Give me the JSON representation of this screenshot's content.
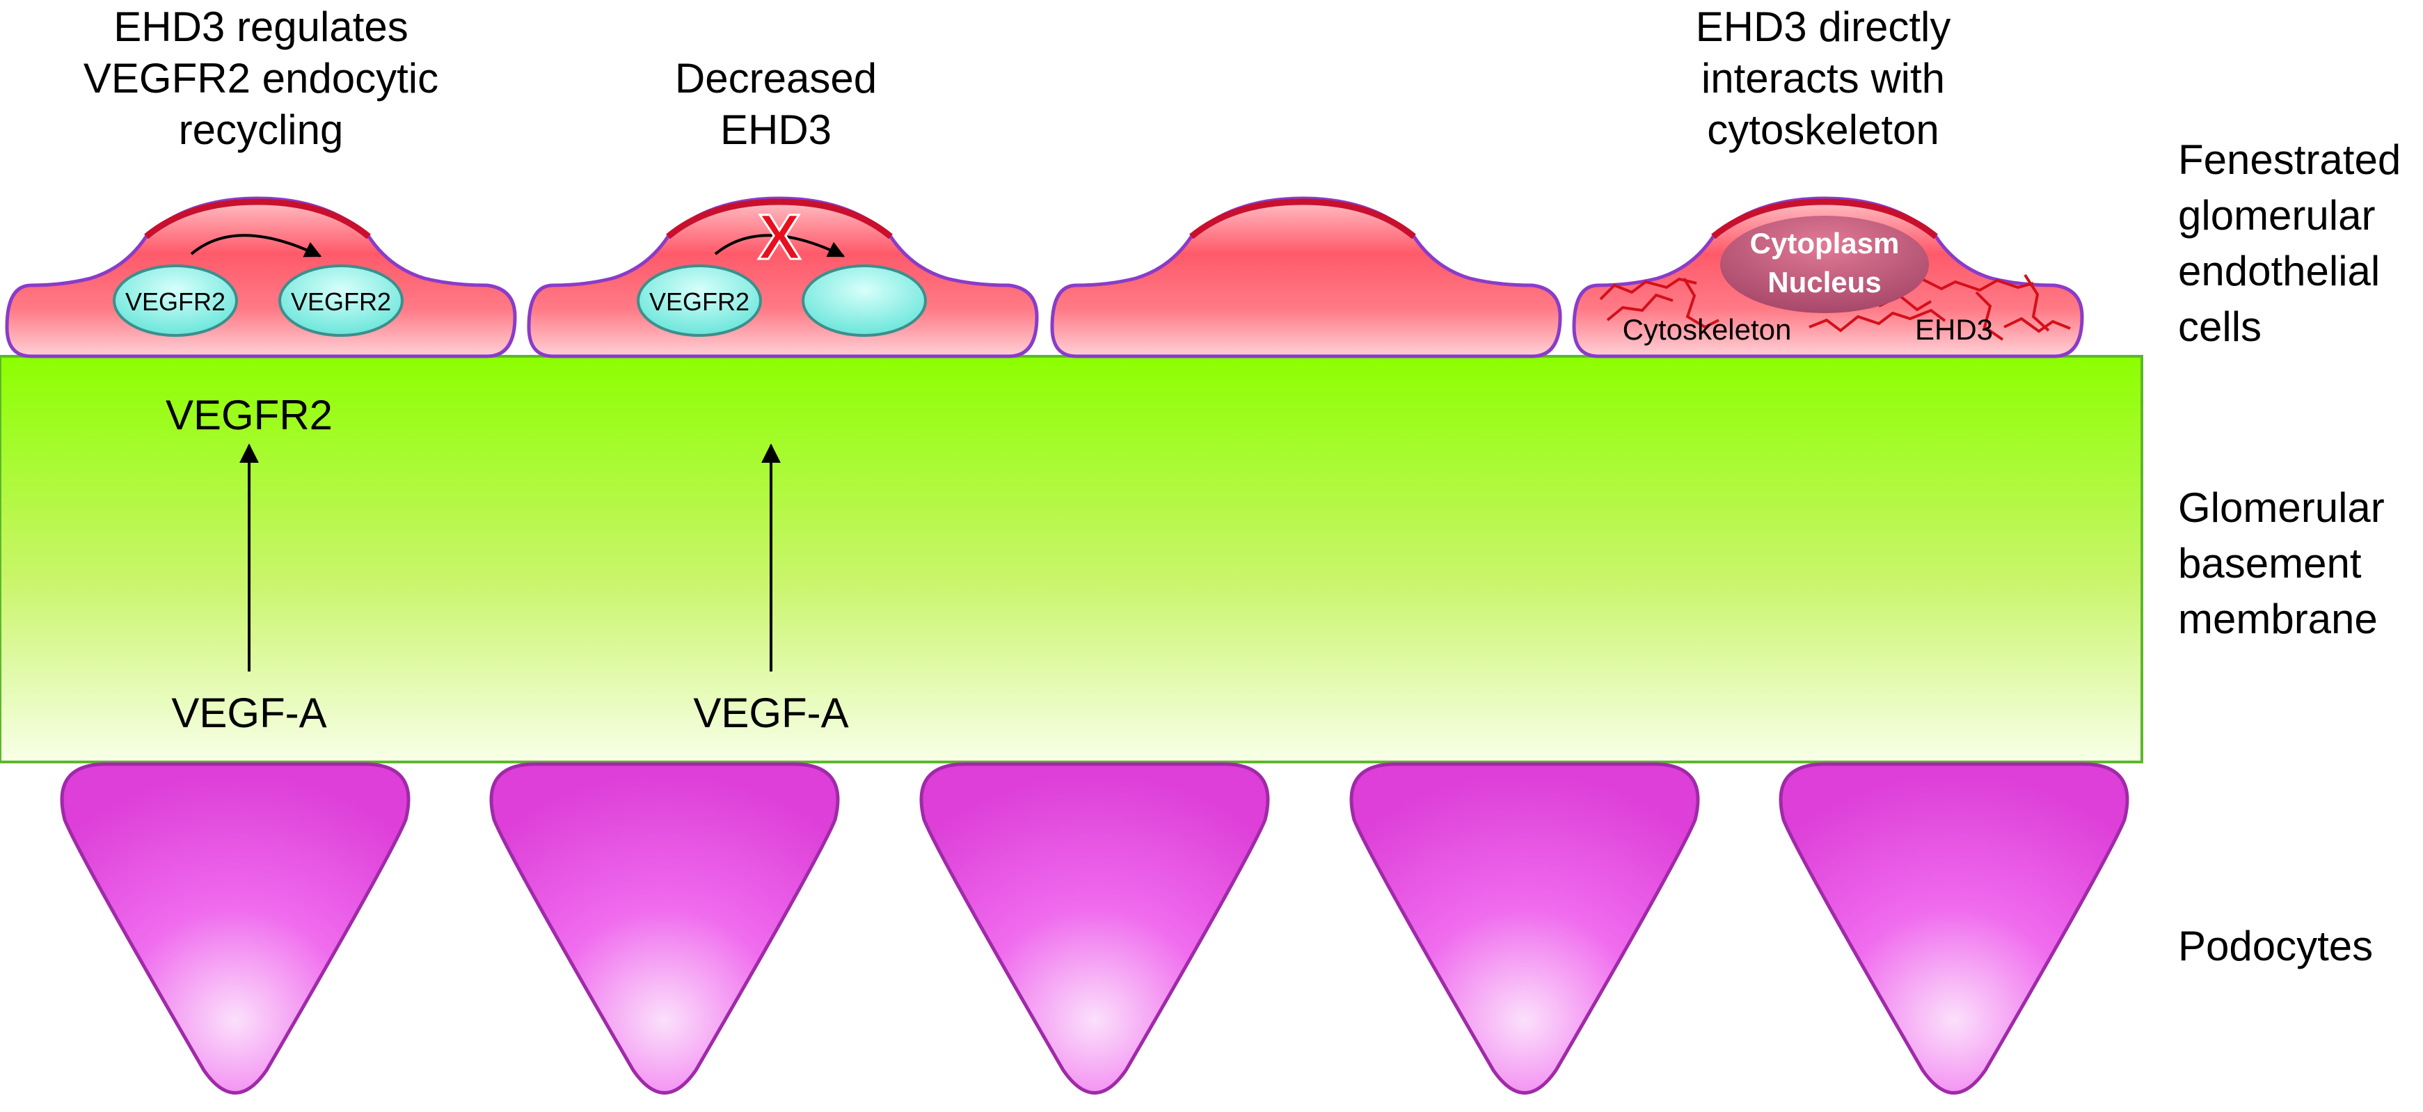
{
  "titles": {
    "cell1": "EHD3 regulates\nVEGFR2 endocytic\nrecycling",
    "cell2": "Decreased\nEHD3",
    "cell4": "EHD3 directly\ninteracts with\ncytoskeleton"
  },
  "side_labels": {
    "endothelial": "Fenestrated\nglomerular\nendothelial\ncells",
    "gbm": "Glomerular\nbasement\nmembrane",
    "podocytes": "Podocytes"
  },
  "cell1": {
    "vesicle_left": "VEGFR2",
    "vesicle_right": "VEGFR2"
  },
  "cell2": {
    "vesicle_left": "VEGFR2",
    "block_mark": "X"
  },
  "cell4": {
    "organelle_line1": "Cytoplasm",
    "organelle_line2": "Nucleus",
    "cytoskeleton": "Cytoskeleton",
    "ehd3": "EHD3"
  },
  "gbm": {
    "receptor_label": "VEGFR2",
    "ligand1": "VEGF-A",
    "ligand2": "VEGF-A"
  },
  "colors": {
    "cell_fill": "#ff6b78",
    "cell_outline": "#8a3cc8",
    "cell_top": "#c8102e",
    "vesicle": "#7ff0e6",
    "gbm_top": "#8cff00",
    "gbm_bottom": "#f8ffe8",
    "podocyte": "#e545e0",
    "podocyte_outline": "#a02aa8",
    "cytoskeleton_line": "#d4101a"
  }
}
